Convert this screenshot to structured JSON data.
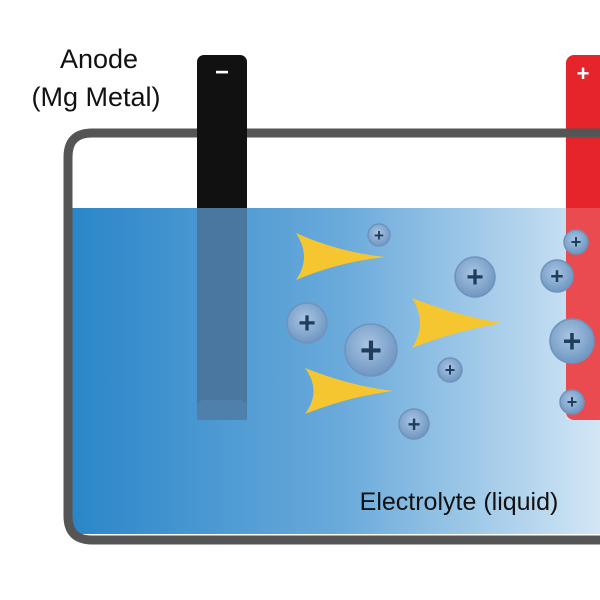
{
  "anode": {
    "title": "Anode",
    "material": "(Mg Metal)",
    "sign": "−"
  },
  "cathode": {
    "sign": "+"
  },
  "electrolyte": {
    "label": "Electrolyte (liquid)"
  },
  "ion_symbol": "+",
  "colors": {
    "container_border": "#555555",
    "electrolyte_left": "#2a86c9",
    "electrolyte_right": "#d7e9f6",
    "anode": "#111111",
    "cathode": "#e5242b",
    "arrows": "#f5c62f",
    "ion_fill": "#86a9cf",
    "ion_symbol": "#1f3d5c"
  }
}
